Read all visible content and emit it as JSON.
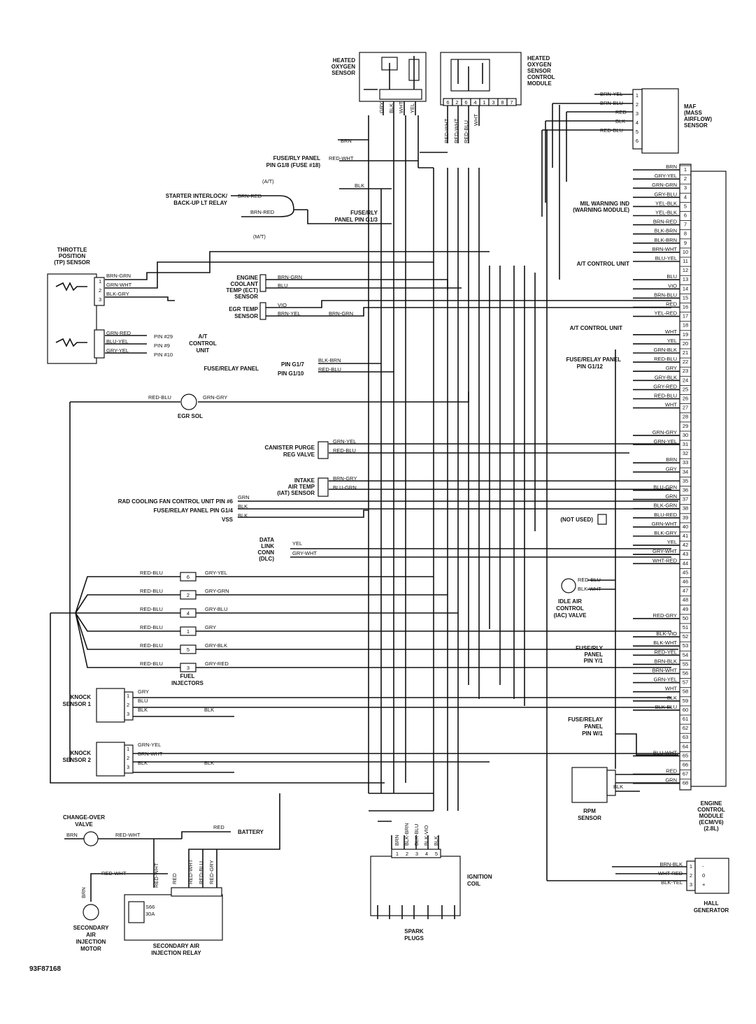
{
  "figure_code": "93F87168",
  "ecm": {
    "label": [
      "ENGINE",
      "CONTROL",
      "MODULE",
      "(ECM/V6)",
      "(2.8L)"
    ],
    "pins": [
      {
        "n": "1",
        "wire": "BRN"
      },
      {
        "n": "2",
        "wire": "GRY-YEL"
      },
      {
        "n": "3",
        "wire": "GRN-GRN"
      },
      {
        "n": "4",
        "wire": "GRY-BLU"
      },
      {
        "n": "5",
        "wire": "YEL-BLK"
      },
      {
        "n": "6",
        "wire": "YEL-BLK"
      },
      {
        "n": "7",
        "wire": "BRN-RED"
      },
      {
        "n": "8",
        "wire": "BLK-BRN"
      },
      {
        "n": "9",
        "wire": "BLK-BRN"
      },
      {
        "n": "10",
        "wire": "BRN-WHT"
      },
      {
        "n": "11",
        "wire": "BLU-YEL"
      },
      {
        "n": "12",
        "wire": ""
      },
      {
        "n": "13",
        "wire": "BLU"
      },
      {
        "n": "14",
        "wire": "VIO"
      },
      {
        "n": "15",
        "wire": "BRN-BLU"
      },
      {
        "n": "16",
        "wire": "RED"
      },
      {
        "n": "17",
        "wire": "YEL-RED"
      },
      {
        "n": "18",
        "wire": ""
      },
      {
        "n": "19",
        "wire": "WHT"
      },
      {
        "n": "20",
        "wire": "YEL"
      },
      {
        "n": "21",
        "wire": "GRN-BLK"
      },
      {
        "n": "22",
        "wire": "RED-BLU"
      },
      {
        "n": "23",
        "wire": "GRY"
      },
      {
        "n": "24",
        "wire": "GRY-BLK"
      },
      {
        "n": "25",
        "wire": "GRY-RED"
      },
      {
        "n": "26",
        "wire": "RED-BLU"
      },
      {
        "n": "27",
        "wire": "WHT"
      },
      {
        "n": "28",
        "wire": ""
      },
      {
        "n": "29",
        "wire": ""
      },
      {
        "n": "30",
        "wire": "GRN-GRY"
      },
      {
        "n": "31",
        "wire": "GRN-YEL"
      },
      {
        "n": "32",
        "wire": ""
      },
      {
        "n": "33",
        "wire": "BRN"
      },
      {
        "n": "34",
        "wire": "GRY"
      },
      {
        "n": "35",
        "wire": ""
      },
      {
        "n": "36",
        "wire": "BLU-GRN"
      },
      {
        "n": "37",
        "wire": "GRN"
      },
      {
        "n": "38",
        "wire": "BLK-GRN"
      },
      {
        "n": "39",
        "wire": "BLU-RED"
      },
      {
        "n": "40",
        "wire": "GRN-WHT"
      },
      {
        "n": "41",
        "wire": "BLK-GRY"
      },
      {
        "n": "42",
        "wire": "YEL"
      },
      {
        "n": "43",
        "wire": "GRY-WHT"
      },
      {
        "n": "44",
        "wire": "WHT-RED"
      },
      {
        "n": "45",
        "wire": ""
      },
      {
        "n": "46",
        "wire": ""
      },
      {
        "n": "47",
        "wire": ""
      },
      {
        "n": "48",
        "wire": ""
      },
      {
        "n": "49",
        "wire": ""
      },
      {
        "n": "50",
        "wire": "RED-GRY"
      },
      {
        "n": "51",
        "wire": ""
      },
      {
        "n": "52",
        "wire": "BLK-VIO"
      },
      {
        "n": "53",
        "wire": "BLK-WHT"
      },
      {
        "n": "54",
        "wire": "RED-YEL"
      },
      {
        "n": "55",
        "wire": "BRN-BLK"
      },
      {
        "n": "56",
        "wire": "BRN-WHT"
      },
      {
        "n": "57",
        "wire": "GRN-YEL"
      },
      {
        "n": "58",
        "wire": "WHT"
      },
      {
        "n": "59",
        "wire": "BLK"
      },
      {
        "n": "60",
        "wire": "BLK-BLU"
      },
      {
        "n": "61",
        "wire": ""
      },
      {
        "n": "62",
        "wire": ""
      },
      {
        "n": "63",
        "wire": ""
      },
      {
        "n": "64",
        "wire": ""
      },
      {
        "n": "65",
        "wire": "BLU-WHT"
      },
      {
        "n": "66",
        "wire": ""
      },
      {
        "n": "67",
        "wire": "RED"
      },
      {
        "n": "68",
        "wire": "GRN"
      }
    ]
  },
  "components": {
    "heated_o2": {
      "label": [
        "HEATED",
        "OXYGEN",
        "SENSOR"
      ],
      "wires": [
        "GRY",
        "BLK",
        "WHT",
        "YEL"
      ]
    },
    "o2_module": {
      "label": [
        "HEATED",
        "OXYGEN",
        "SENSOR",
        "CONTROL",
        "MODULE"
      ],
      "pins": [
        "6",
        "2",
        "6",
        "4",
        "1",
        "3",
        "8",
        "7"
      ],
      "wires": [
        "RED-WHT",
        "RED-WHT",
        "RED-BLU",
        "WHT"
      ]
    },
    "maf": {
      "label": [
        "MAF",
        "(MASS",
        "AIRFLOW)",
        "SENSOR"
      ],
      "pins": [
        "1",
        "2",
        "3",
        "4",
        "5",
        "6"
      ],
      "wires": [
        "BRN-YEL",
        "BRN-BLU",
        "RED",
        "BLK",
        "RED-BLU"
      ]
    },
    "o2_wires": {
      "brn": "BRN",
      "red_wht": "RED-WHT",
      "blk": "BLK"
    },
    "fuse_g18": [
      "FUSE/RLY PANEL",
      "PIN G1/8 (FUSE #18)"
    ],
    "starter": {
      "label": [
        "STARTER INTERLOCK/",
        "BACK-UP LT RELAY"
      ],
      "at": "(A/T)",
      "mt": "(M/T)",
      "wire": "BRN-RED"
    },
    "fuse_g13": [
      "FUSE/RLY",
      "PANEL PIN G1/3"
    ],
    "mil": [
      "MIL WARNING IND",
      "(WARNING MODULE)"
    ],
    "at_unit": "A/T CONTROL UNIT",
    "tps": {
      "label": [
        "THROTTLE",
        "POSITION",
        "(TP) SENSOR"
      ],
      "wires": [
        "BRN-GRN",
        "GRN-WHT",
        "BLK-GRY"
      ],
      "pins": [
        "1",
        "2",
        "3"
      ]
    },
    "tps2": {
      "wires": [
        "GRN-RED",
        "BLU-YEL",
        "GRY-YEL"
      ],
      "pins": [
        "PIN #29",
        "PIN #9",
        "PIN #10"
      ],
      "label": [
        "A/T",
        "CONTROL",
        "UNIT"
      ]
    },
    "ect": {
      "label": [
        "ENGINE",
        "COOLANT",
        "TEMP (ECT)",
        "SENSOR"
      ],
      "wires": [
        "BRN-GRN",
        "BLU"
      ]
    },
    "egr_temp": {
      "label": [
        "EGR TEMP",
        "SENSOR"
      ],
      "wires": [
        "VIO",
        "BRN-YEL",
        "BRN-GRN"
      ]
    },
    "fuse_panel": {
      "label": "FUSE/RELAY PANEL",
      "pins": [
        "PIN G1/7",
        "PIN G1/10"
      ],
      "wires": [
        "BLK-BRN",
        "RED-BLU"
      ]
    },
    "fuse_g112": [
      "FUSE/RELAY PANEL",
      "PIN G1/12"
    ],
    "egr_sol": {
      "label": "EGR SOL",
      "wires": [
        "RED-BLU",
        "GRN-GRY"
      ]
    },
    "canister": {
      "label": [
        "CANISTER PURGE",
        "REG VALVE"
      ],
      "wires": [
        "GRN-YEL",
        "RED-BLU"
      ]
    },
    "iat": {
      "label": [
        "INTAKE",
        "AIR TEMP",
        "(IAT) SENSOR"
      ],
      "wires": [
        "BRN-GRY",
        "BLU-GRN"
      ]
    },
    "rad_fan": {
      "label": "RAD COOLING FAN CONTROL UNIT PIN #6",
      "wire": "GRN"
    },
    "fuse_g14": {
      "label": "FUSE/RELAY PANEL PIN G1/4",
      "wire": "BLK"
    },
    "vss": {
      "label": "VSS",
      "wire": "BLK"
    },
    "dlc": {
      "label": [
        "DATA",
        "LINK",
        "CONN",
        "(DLC)"
      ],
      "wires": [
        "YEL",
        "GRY-WHT"
      ]
    },
    "not_used": "(NOT USED)",
    "iac": {
      "label": [
        "IDLE AIR",
        "CONTROL",
        "(IAC) VALVE"
      ],
      "wires": [
        "RED-BLU",
        "BLK-WHT"
      ]
    },
    "fuse_y1": [
      "FUSE/RLY",
      "PANEL",
      "PIN Y/1"
    ],
    "fuse_w1": [
      "FUSE/RELAY",
      "PANEL",
      "PIN W/1"
    ],
    "injectors": {
      "label": [
        "FUEL",
        "INJECTORS"
      ],
      "feed": "RED-BLU",
      "items": [
        {
          "n": "6",
          "wire": "GRY-YEL"
        },
        {
          "n": "2",
          "wire": "GRY-GRN"
        },
        {
          "n": "4",
          "wire": "GRY-BLU"
        },
        {
          "n": "1",
          "wire": "GRY"
        },
        {
          "n": "5",
          "wire": "GRY-BLK"
        },
        {
          "n": "3",
          "wire": "GRY-RED"
        }
      ]
    },
    "knock1": {
      "label": [
        "KNOCK",
        "SENSOR 1"
      ],
      "wires": [
        "GRY",
        "BLU",
        "BLK"
      ],
      "pins": [
        "1",
        "2",
        "3"
      ],
      "gnd": "BLK"
    },
    "knock2": {
      "label": [
        "KNOCK",
        "SENSOR 2"
      ],
      "wires": [
        "GRN-YEL",
        "BRN-WHT",
        "BLK"
      ],
      "pins": [
        "1",
        "2",
        "3"
      ],
      "gnd": "BLK"
    },
    "rpm": {
      "label": [
        "RPM",
        "SENSOR"
      ],
      "wire": "BLK"
    },
    "changeover": {
      "label": [
        "CHANGE-OVER",
        "VALVE"
      ],
      "wires": [
        "BRN",
        "RED-WHT"
      ]
    },
    "battery": {
      "label": "BATTERY",
      "wire": "RED"
    },
    "sai_motor": {
      "label": [
        "SECONDARY",
        "AIR",
        "INJECTION",
        "MOTOR"
      ],
      "wires": [
        "BRN",
        "RED-WHT"
      ]
    },
    "sai_relay": {
      "label": [
        "SECONDARY AIR",
        "INJECTION RELAY"
      ],
      "fuse": [
        "S66",
        "30A"
      ],
      "wires": [
        "RED-WHT",
        "RED",
        "RED-WHT",
        "RED-BLU",
        "RED-GRY"
      ]
    },
    "coil": {
      "label": [
        "IGNITION",
        "COIL"
      ],
      "wires": [
        "BRN",
        "BLK-BRN",
        "BLK-BLU",
        "BLK-VIO",
        "BLK"
      ],
      "pins": [
        "1",
        "2",
        "3",
        "4",
        "5"
      ]
    },
    "plugs": [
      "SPARK",
      "PLUGS"
    ],
    "hall": {
      "label": [
        "HALL",
        "GENERATOR"
      ],
      "wires": [
        "BRN-BLK",
        "WHT-RED",
        "BLK-YEL"
      ],
      "pins": [
        "1",
        "2",
        "3"
      ],
      "sym": [
        "-",
        "0",
        "+"
      ]
    }
  }
}
